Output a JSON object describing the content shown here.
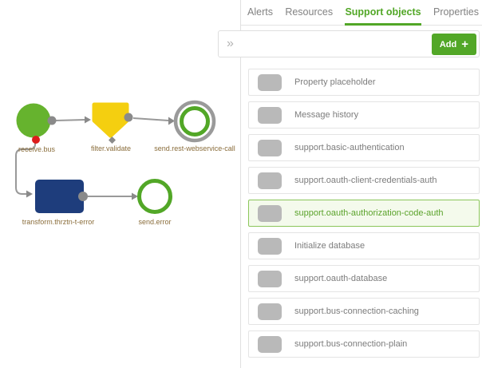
{
  "panel": {
    "tabs": [
      {
        "label": "Alerts",
        "active": false
      },
      {
        "label": "Resources",
        "active": false
      },
      {
        "label": "Support objects",
        "active": true
      },
      {
        "label": "Properties",
        "active": false
      }
    ],
    "toolbar": {
      "collapse_icon": "»",
      "add_button": {
        "label": "Add",
        "icon": "+"
      }
    },
    "support_objects": [
      {
        "label": "Property placeholder",
        "selected": false
      },
      {
        "label": "Message history",
        "selected": false
      },
      {
        "label": "support.basic-authentication",
        "selected": false
      },
      {
        "label": "support.oauth-client-credentials-auth",
        "selected": false
      },
      {
        "label": "support.oauth-authorization-code-auth",
        "selected": true
      },
      {
        "label": "Initialize database",
        "selected": false
      },
      {
        "label": "support.oauth-database",
        "selected": false
      },
      {
        "label": "support.bus-connection-caching",
        "selected": false
      },
      {
        "label": "support.bus-connection-plain",
        "selected": false
      }
    ]
  },
  "diagram": {
    "nodes": [
      {
        "label": "receive.bus",
        "type": "message-entry-circle",
        "color": "#66b32e"
      },
      {
        "label": "filter.validate",
        "type": "filter-pentagon",
        "color": "#f4cf10"
      },
      {
        "label": "send.rest-webservice-call",
        "type": "webservice-double-ring",
        "color": "#52a727"
      },
      {
        "label": "transform.thrztn-t-error",
        "type": "transformer-rect",
        "color": "#1e3d7c"
      },
      {
        "label": "send.error",
        "type": "message-exit-ring",
        "color": "#52a727"
      }
    ],
    "edges": [
      {
        "from": "receive.bus",
        "to": "filter.validate",
        "kind": "normal"
      },
      {
        "from": "filter.validate",
        "to": "send.rest-webservice-call",
        "kind": "normal"
      },
      {
        "from": "receive.bus",
        "to": "transform.thrztn-t-error",
        "kind": "error"
      },
      {
        "from": "transform.thrztn-t-error",
        "to": "send.error",
        "kind": "normal"
      }
    ]
  },
  "colors": {
    "brand_green": "#52a727",
    "node_green": "#66b32e",
    "node_yellow": "#f4cf10",
    "node_navy": "#1e3d7c",
    "error_red": "#dc1c1c",
    "edge_gray": "#999999",
    "label_brown": "#8a6d3b",
    "selected_bg": "#f4faec",
    "selected_border": "#8bc65a"
  }
}
